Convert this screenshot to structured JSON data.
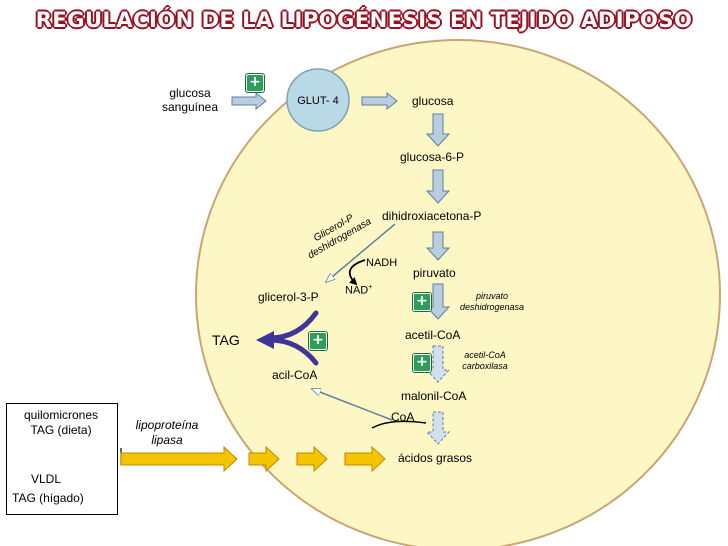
{
  "title": "REGULACIÓN DE LA LIPOGÉNESIS EN TEJIDO ADIPOSO",
  "nodes": {
    "glucosa_sanguinea_1": "glucosa",
    "glucosa_sanguinea_2": "sanguínea",
    "glut4": "GLUT- 4",
    "glucosa": "glucosa",
    "glucosa6p": "glucosa-6-P",
    "dihidroxiacetona": "dihidroxiacetona-P",
    "piruvato": "piruvato",
    "glicerol3p": "glicerol-3-P",
    "acetilcoa": "acetil-CoA",
    "tag": "TAG",
    "acilcoa": "acil-CoA",
    "malonilcoa": "malonil-CoA",
    "coa": "CoA",
    "acidos_grasos": "ácidos grasos",
    "nadh": "NADH",
    "nad": "NAD",
    "nad_sup": "+"
  },
  "enzymes": {
    "glicerol_deshidrogenasa_1": "Glicerol-P",
    "glicerol_deshidrogenasa_2": "deshidrogenasa",
    "piruvato_deshidrogenasa_1": "piruvato",
    "piruvato_deshidrogenasa_2": "deshidrogenasa",
    "acetilcoa_carboxilasa_1": "acetil-CoA",
    "acetilcoa_carboxilasa_2": "carboxilasa",
    "lipoproteina_lipasa_1": "lipoproteína",
    "lipoproteina_lipasa_2": "lipasa"
  },
  "sources": {
    "quilomicrones": "quilomicrones",
    "tag_dieta": "TAG (dieta)",
    "vldl": "VLDL",
    "tag_higado": "TAG (hígado)"
  },
  "regulators": {
    "plus": "+"
  },
  "colors": {
    "cell_fill": "#fcf7c5",
    "cell_border": "#caa574",
    "arrow_blue": "#b9cde0",
    "arrow_blue_border": "#5e7f9f",
    "arrow_yellow": "#f5c400",
    "arrow_yellow_border": "#c08a00",
    "title_outline": "#9a1020",
    "tag_purple": "#3f3497",
    "activator_green": "#2e9e5a"
  }
}
